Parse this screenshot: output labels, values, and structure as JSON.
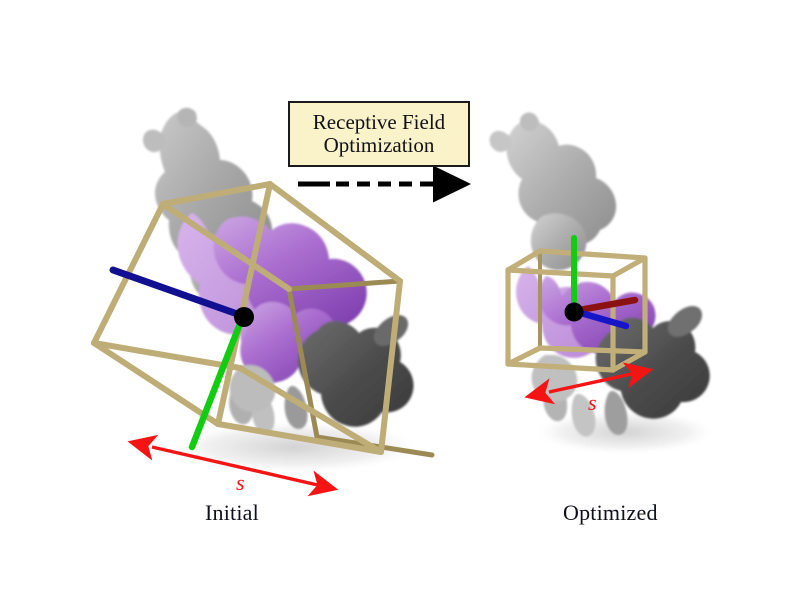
{
  "figure": {
    "background_color": "#ffffff",
    "title_box": {
      "line1": "Receptive Field",
      "line2": "Optimization",
      "fill_color": "#faf2c8",
      "border_color": "#1b1b1b"
    },
    "transition_arrow": {
      "name": "dashed-arrow",
      "color": "#000000",
      "direction": "left-to-right"
    },
    "panels": [
      {
        "id": "initial",
        "caption": "Initial",
        "scale_label": "s",
        "scale_arrow_color": "#f41414",
        "box_color": "#b4a069",
        "box_state": "large-rotated",
        "axes": [
          {
            "name": "axis-blue",
            "color": "#101090",
            "direction": "left"
          },
          {
            "name": "axis-green",
            "color": "#11cc11",
            "direction": "down"
          }
        ],
        "center_dot_color": "#000000"
      },
      {
        "id": "optimized",
        "caption": "Optimized",
        "scale_label": "s",
        "scale_arrow_color": "#f41414",
        "box_color": "#c2ae78",
        "box_state": "small-axis-aligned",
        "axes": [
          {
            "name": "axis-green",
            "color": "#11cc11",
            "direction": "up"
          },
          {
            "name": "axis-red",
            "color": "#8b1212",
            "direction": "right"
          },
          {
            "name": "axis-blue",
            "color": "#1616c8",
            "direction": "down-right"
          }
        ],
        "center_dot_color": "#000000"
      }
    ],
    "molecule": {
      "surface_color": "#a8a8a8",
      "surface_dark_color": "#4d4d4d",
      "highlight_color": "#a060c8",
      "highlight_light_color": "#c48fe0"
    }
  }
}
